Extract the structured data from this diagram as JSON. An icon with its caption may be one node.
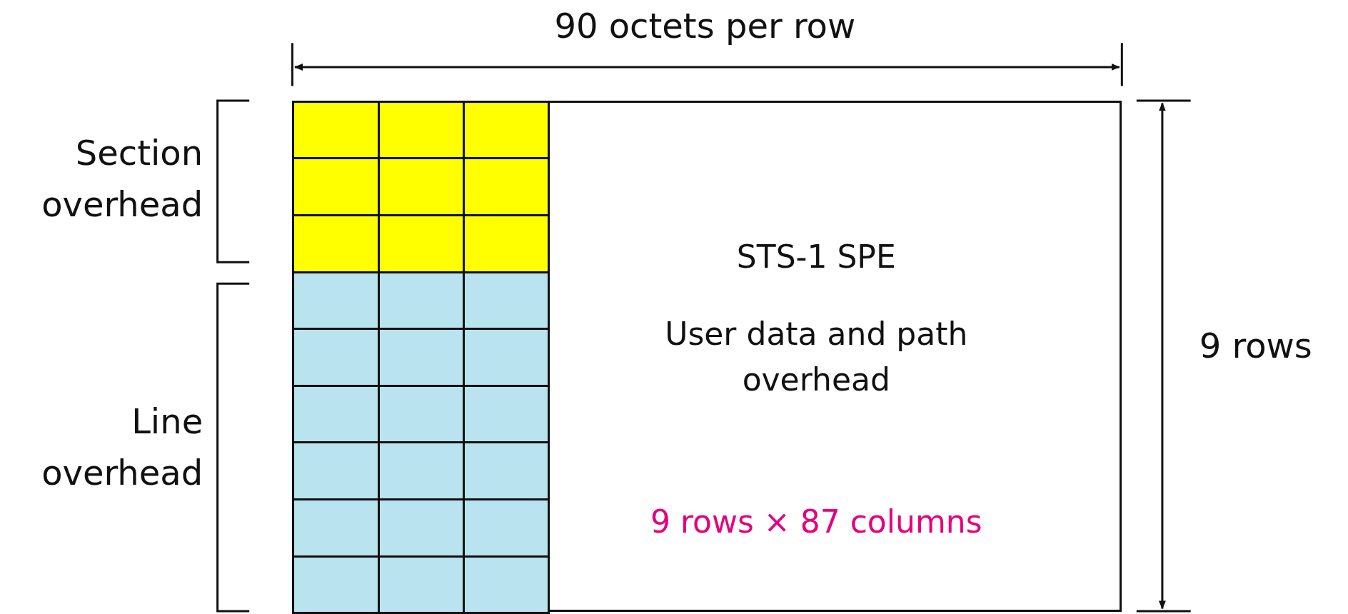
{
  "diagram": {
    "nodes": [
      {
        "text": [],
        "shape": "box"
      },
      {
        "text": [],
        "shape": "box"
      },
      {
        "text": [],
        "shape": "box"
      },
      {
        "text": [],
        "shape": "box"
      },
      {
        "text": [],
        "shape": "box"
      },
      {
        "text": [],
        "shape": "box"
      },
      {
        "text": [],
        "shape": "box"
      },
      {
        "text": [],
        "shape": "box"
      },
      {
        "text": [],
        "shape": "box"
      },
      {
        "text": [],
        "shape": "box"
      },
      {
        "text": [],
        "shape": "box"
      },
      {
        "text": [],
        "shape": "box"
      },
      {
        "text": [],
        "shape": "box"
      },
      {
        "text": [],
        "shape": "box"
      },
      {
        "text": [],
        "shape": "box"
      },
      {
        "text": [],
        "shape": "box"
      },
      {
        "text": [],
        "shape": "box"
      },
      {
        "text": [],
        "shape": "box"
      },
      {
        "text": [],
        "shape": "box"
      },
      {
        "text": [],
        "shape": "box"
      },
      {
        "text": [],
        "shape": "box"
      },
      {
        "text": [],
        "shape": "box"
      },
      {
        "text": [],
        "shape": "box"
      },
      {
        "text": [],
        "shape": "box"
      },
      {
        "text": [],
        "shape": "box"
      },
      {
        "text": [],
        "shape": "box"
      },
      {
        "text": [],
        "shape": "box"
      },
      {
        "text": [
          "STS-1 SPE",
          "User data and path overhead",
          "9 rows × 87 columns"
        ]
      }
    ],
    "edges": [],
    "labels": [
      "90 octets per row",
      "Section overhead",
      "9 rows",
      "Line overhead"
    ]
  }
}
